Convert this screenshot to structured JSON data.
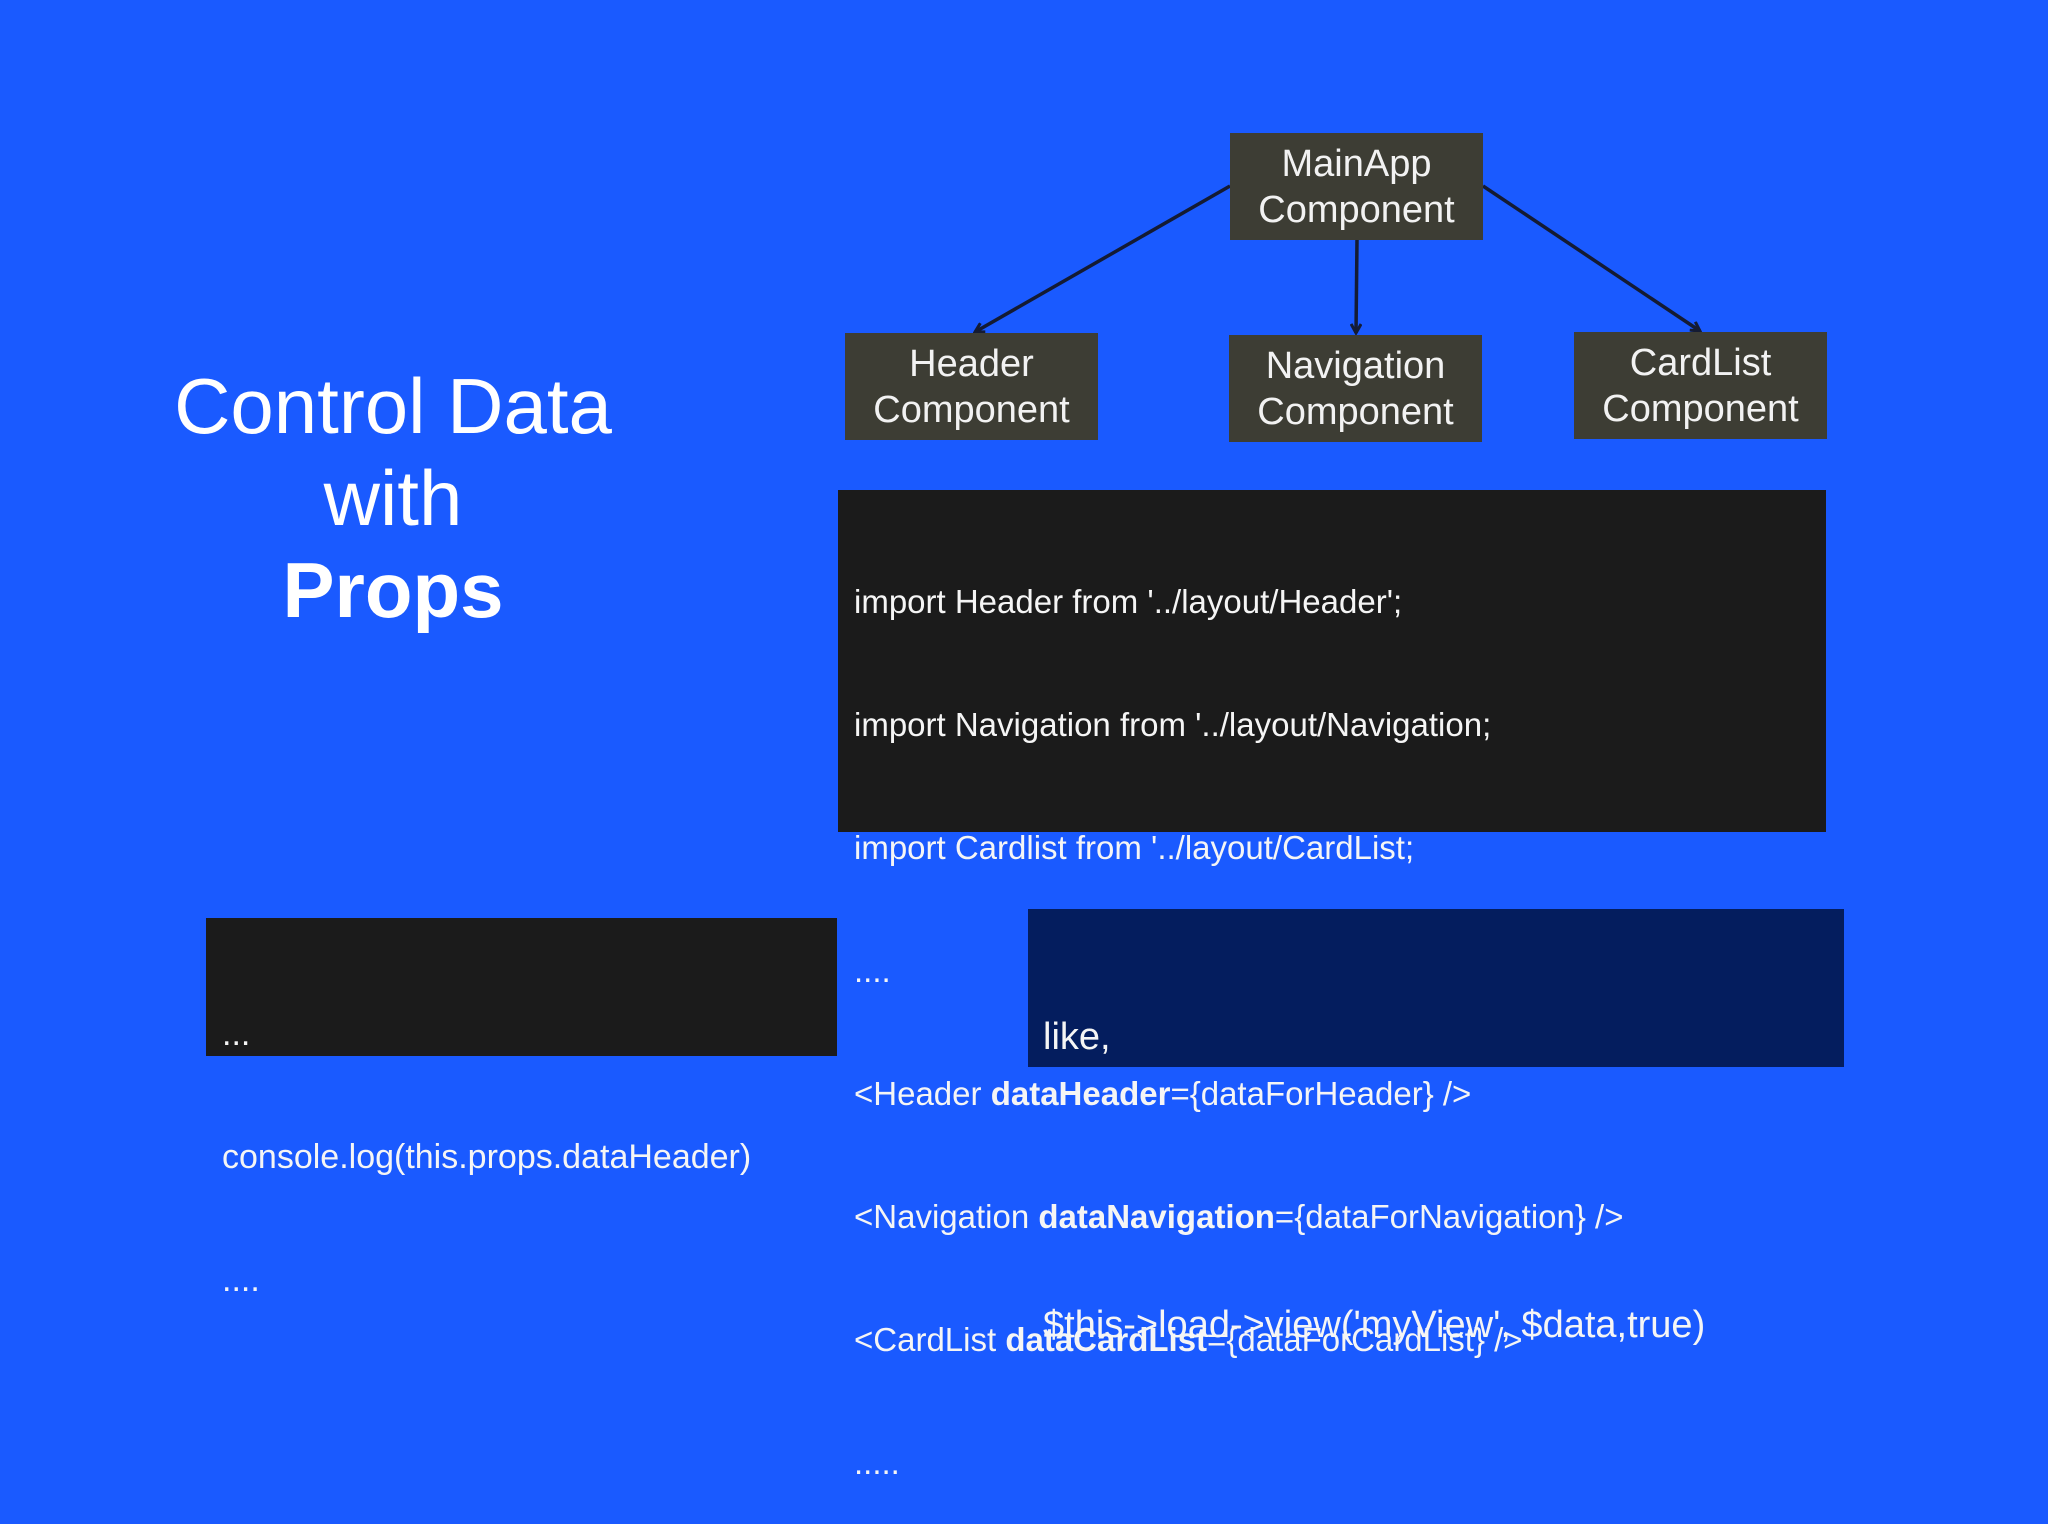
{
  "title": {
    "line1": "Control Data",
    "line2": "with",
    "line3": "Props"
  },
  "diagram": {
    "root": {
      "line1": "MainApp",
      "line2": "Component"
    },
    "children": [
      {
        "line1": "Header",
        "line2": "Component"
      },
      {
        "line1": "Navigation",
        "line2": "Component"
      },
      {
        "line1": "CardList",
        "line2": "Component"
      }
    ]
  },
  "code_main": {
    "lines": [
      "import Header from '../layout/Header';",
      "import Navigation from '../layout/Navigation;",
      "import Cardlist from '../layout/CardList;",
      "...."
    ],
    "props": [
      {
        "pre": "<Header ",
        "prop": "dataHeader",
        "post": "={dataForHeader} />"
      },
      {
        "pre": "<Navigation ",
        "prop": "dataNavigation",
        "post": "={dataForNavigation} />"
      },
      {
        "pre": "<CardList ",
        "prop": "dataCardList",
        "post": "={dataForCardList} />"
      }
    ],
    "end": "....."
  },
  "code_console": {
    "lines": [
      "...",
      "console.log(this.props.dataHeader)",
      "...."
    ]
  },
  "note": {
    "line1": "like,",
    "line2": "$this->load->view('myView', $data,true)"
  },
  "colors": {
    "background": "#1a5aff",
    "node": "#3d3d34",
    "code_bg": "#1b1b1b",
    "note_bg": "#041d5e",
    "arrow": "#141b33"
  }
}
